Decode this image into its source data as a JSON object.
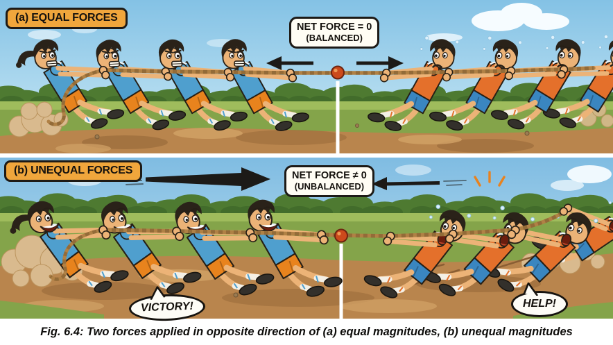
{
  "figure_caption": "Fig. 6.4: Two forces applied in opposite direction of (a) equal magnitudes, (b) unequal magnitudes",
  "panel_a": {
    "label": "(a) EQUAL FORCES",
    "net_force": {
      "line1": "NET FORCE = 0",
      "line2": "(BALANCED)"
    }
  },
  "panel_b": {
    "label": "(b) UNEQUAL FORCES",
    "net_force": {
      "line1": "NET FORCE ≠ 0",
      "line2": "(UNBALANCED)"
    },
    "speech": {
      "left": "VICTORY!",
      "right": "HELP!"
    }
  },
  "icons": {
    "panel_a_left": "equal-force-arrow-left",
    "panel_a_right": "equal-force-arrow-right",
    "panel_b_large": "large-force-arrow-right",
    "panel_b_small": "small-force-arrow-left"
  },
  "colors": {
    "sky_top": "#84c2e5",
    "sky_bottom": "#cdeaf6",
    "tree": "#4e7a31",
    "grass": "#84a44a",
    "dirt": "#b9854d",
    "plate": "#f0a63c",
    "arrow": "#1c1a17",
    "rope": "#b08145",
    "rope_braid": "#7c5a2e",
    "rope_marker": "#cc4a1c",
    "blue_team_shirt": "#4f9fce",
    "blue_team_shorts": "#e8831d",
    "orange_team_shirt": "#e4702b",
    "orange_team_shorts": "#3a86c0",
    "dust": "#d9ba8e",
    "center_line": "#ffffff"
  }
}
